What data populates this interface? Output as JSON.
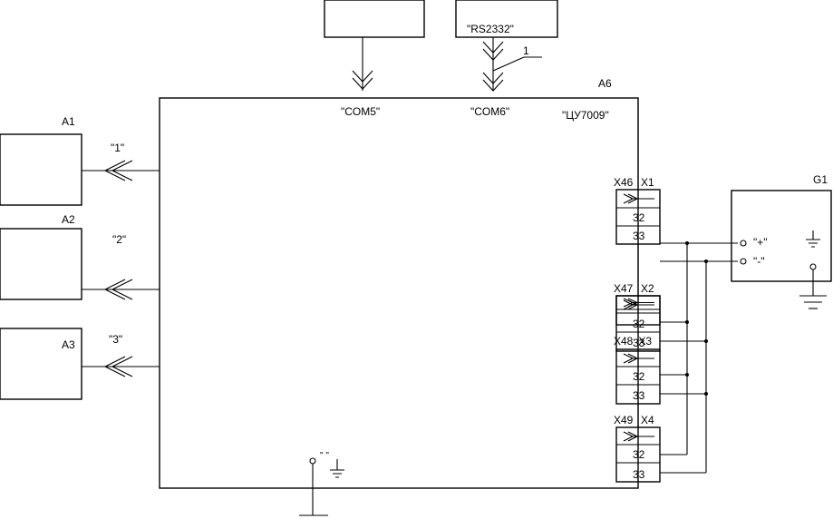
{
  "main_unit": {
    "ref": "A6",
    "name": "\"ЦУ7009\""
  },
  "top_devices": [
    {
      "label": ""
    },
    {
      "label": "\"RS2332\""
    }
  ],
  "ports": {
    "com5": "\"COM5\"",
    "com6": "\"COM6\""
  },
  "cable_tag": "1",
  "side_units": [
    {
      "ref": "A1",
      "channel": "\"1\""
    },
    {
      "ref": "A2",
      "channel": "\"2\""
    },
    {
      "ref": "A3",
      "channel": "\"3\""
    }
  ],
  "connector_blocks": [
    {
      "socket": "X46",
      "plug": "X1",
      "pins": [
        "32",
        "33"
      ]
    },
    {
      "socket": "X47",
      "plug": "X2",
      "pins": [
        "32",
        "33"
      ]
    },
    {
      "socket": "X48",
      "plug": "X3",
      "pins": [
        "32",
        "33"
      ]
    },
    {
      "socket": "X49",
      "plug": "X4",
      "pins": [
        "32",
        "33"
      ]
    }
  ],
  "power_supply": {
    "ref": "G1",
    "plus": "\"+\"",
    "minus": "\"-\""
  }
}
